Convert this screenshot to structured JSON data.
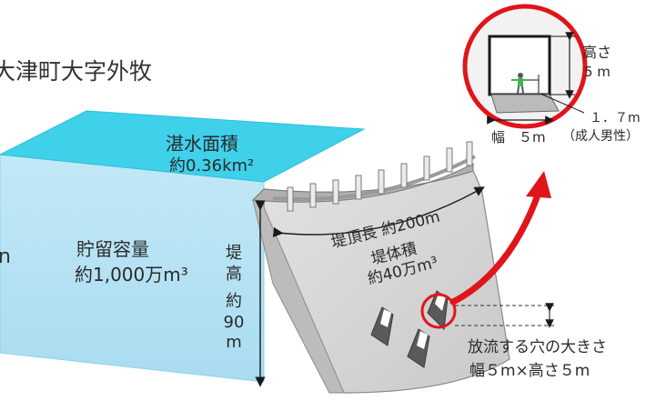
{
  "location": {
    "text": "大津町大字外牧"
  },
  "left_edge_fragment": {
    "text": "n"
  },
  "reservoir": {
    "surface_area_label": "湛水面積",
    "surface_area_value": "約0.36km²",
    "storage_label": "貯留容量",
    "storage_value": "約1,000万m³"
  },
  "dam": {
    "height_chars": [
      "堤",
      "高",
      "",
      "約",
      "90",
      "m"
    ],
    "crest_length": "堤頂長 約200m",
    "volume_label": "堤体積",
    "volume_value": "約40万m³"
  },
  "inset": {
    "height_label_1": "高さ",
    "height_label_2": "5 m",
    "person_height": "１．７m",
    "person_label": "（成人男性）",
    "width_label": "幅　５m"
  },
  "outlet": {
    "title": "放流する穴の大きさ",
    "size": "幅５m×高さ５m"
  },
  "colors": {
    "water_top": "#3fd0ea",
    "water_side": "#b7e3f4",
    "water_edge": "#8fd1ea",
    "concrete": "#d4d4d4",
    "accent_red": "#e0151b"
  }
}
